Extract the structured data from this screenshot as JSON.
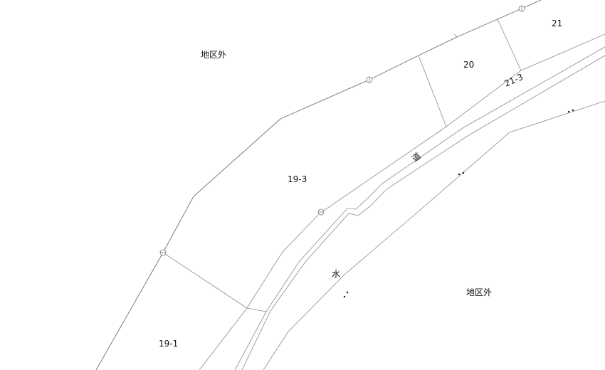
{
  "map": {
    "labels": {
      "outside_top": "地区外",
      "outside_bottom": "地区外",
      "parcel_19_3": "19-3",
      "parcel_19_1": "19-1",
      "parcel_20": "20",
      "parcel_21": "21",
      "parcel_21_3": "21-3",
      "road": "道",
      "water": "水"
    },
    "colors": {
      "line": "#8a8a8a",
      "text": "#111111"
    }
  }
}
